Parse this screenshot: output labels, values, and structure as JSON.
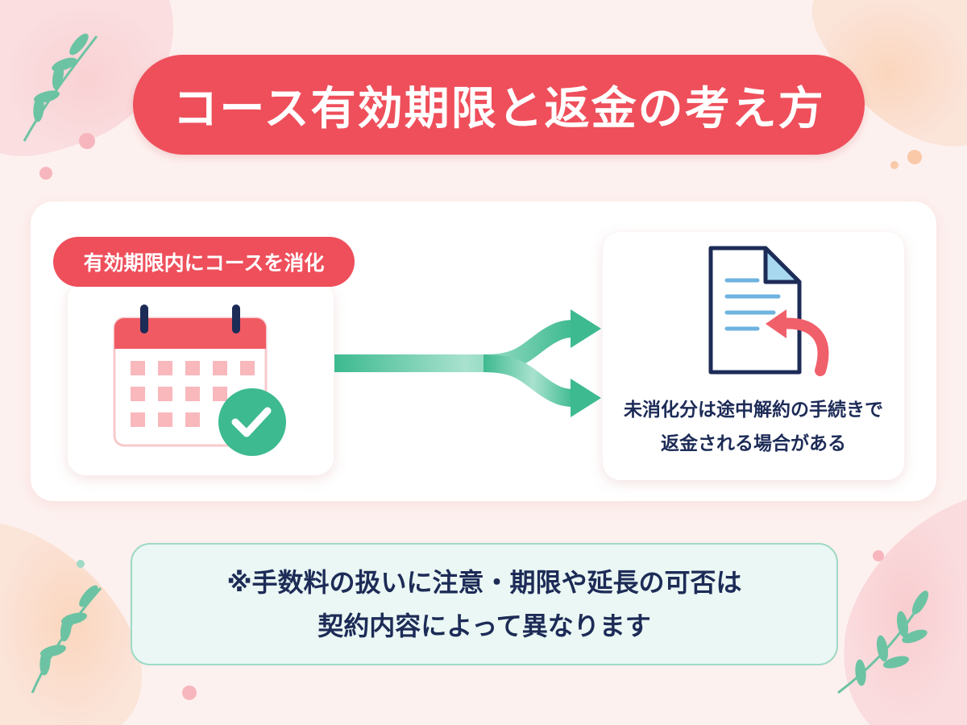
{
  "title": "コース有効期限と返金の考え方",
  "left": {
    "label": "有効期限内にコースを消化",
    "icon": "calendar-check-icon"
  },
  "right": {
    "icon": "document-return-icon",
    "lines": [
      "未消化分は途中解約の手続きで",
      "返金される場合がある"
    ]
  },
  "note": {
    "lines": [
      "※手数料の扱いに注意・期限や延長の可否は",
      "契約内容によって異なります"
    ]
  },
  "colors": {
    "accent_red": "#ee4f5b",
    "accent_green": "#3dba8f",
    "navy": "#1d2b57",
    "background": "#fdf1ef"
  }
}
